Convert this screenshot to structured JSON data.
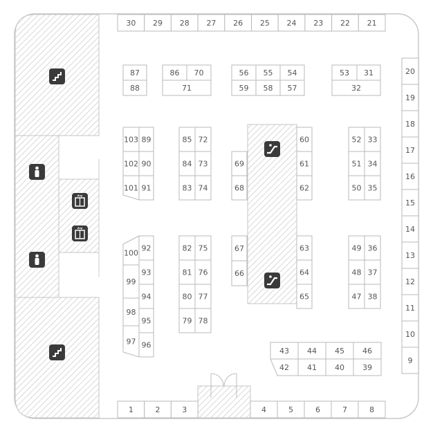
{
  "floor_plan": {
    "colors": {
      "wall": "#c8c8c8",
      "booth_border": "#b9b9b9",
      "label": "#555555",
      "icon": "#3a3a3a",
      "hatch": "#d8d8d8"
    },
    "booths": {
      "top_row": [
        "30",
        "29",
        "28",
        "27",
        "26",
        "25",
        "24",
        "23",
        "22",
        "21"
      ],
      "right_column": [
        "20",
        "19",
        "18",
        "17",
        "16",
        "15",
        "14",
        "13",
        "12",
        "11",
        "10",
        "9"
      ],
      "bottom_left": [
        "1",
        "2",
        "3"
      ],
      "bottom_right": [
        "4",
        "5",
        "6",
        "7",
        "8"
      ],
      "b87": "87",
      "b88": "88",
      "b86": "86",
      "b70": "70",
      "b71": "71",
      "b56": "56",
      "b55": "55",
      "b54": "54",
      "b59": "59",
      "b58": "58",
      "b57": "57",
      "b53": "53",
      "b31": "31",
      "b32": "32",
      "block_a_left": [
        "103",
        "102",
        "101"
      ],
      "block_a_right": [
        "89",
        "90",
        "91"
      ],
      "block_b_left": [
        "85",
        "84",
        "83"
      ],
      "block_b_right": [
        "72",
        "73",
        "74"
      ],
      "b69": "69",
      "b68": "68",
      "block_c": [
        "60",
        "61",
        "62"
      ],
      "block_d_left": [
        "52",
        "51",
        "50"
      ],
      "block_d_right": [
        "33",
        "34",
        "35"
      ],
      "block_e_left": [
        "100",
        "99",
        "98",
        "97"
      ],
      "block_e_right": [
        "92",
        "93",
        "94",
        "95",
        "96"
      ],
      "block_f_left": [
        "82",
        "81",
        "80",
        "79"
      ],
      "block_f_right": [
        "75",
        "76",
        "77",
        "78"
      ],
      "b67": "67",
      "b66": "66",
      "block_g": [
        "63",
        "64",
        "65"
      ],
      "block_h_left": [
        "49",
        "48",
        "47"
      ],
      "block_h_right": [
        "36",
        "37",
        "38"
      ],
      "block_i_top": [
        "43",
        "44",
        "45",
        "46"
      ],
      "block_i_bottom": [
        "42",
        "41",
        "40",
        "39"
      ]
    },
    "icons": {
      "stairs": "stairs-icon",
      "restroom": "person-icon",
      "elevator": "elevator-icon",
      "escalator": "escalator-icon",
      "entrance": "entrance-door-icon"
    }
  }
}
